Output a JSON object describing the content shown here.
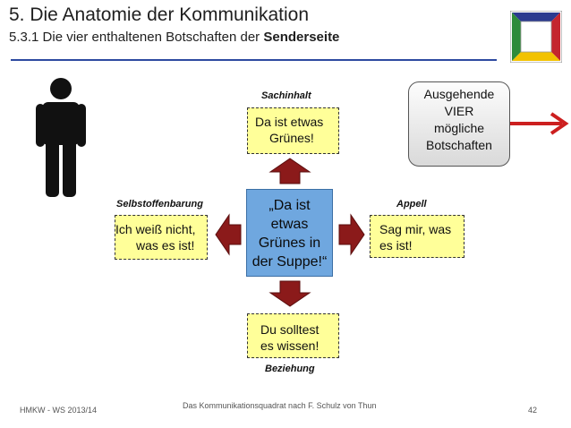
{
  "header": {
    "title": "5. Die Anatomie der Kommunikation",
    "subtitle_prefix": "5.3.1 Die vier enthaltenen Botschaften der ",
    "subtitle_bold": "Senderseite"
  },
  "diagram": {
    "center_lines": [
      "„Da ist",
      "etwas",
      "Grünes in",
      "der Suppe!“"
    ],
    "top": {
      "label": "Sachinhalt",
      "lines": [
        "Da ist etwas",
        "Grünes!"
      ]
    },
    "left": {
      "label": "Selbstoffenbarung",
      "lines": [
        "Ich weiß nicht,",
        "was es ist!"
      ]
    },
    "right": {
      "label": "Appell",
      "lines": [
        "Sag mir, was",
        "es ist!"
      ]
    },
    "bottom": {
      "label": "Beziehung",
      "lines": [
        "Du solltest",
        "es wissen!"
      ]
    },
    "outgoing_lines": [
      "Ausgehende",
      "VIER",
      "mögliche",
      "Botschaften"
    ]
  },
  "icons": {
    "person": "person-icon",
    "arrow": "arrow-right-icon",
    "logo": "square-logo-icon"
  },
  "colors": {
    "arrow_red": "#8b1a1a",
    "outgoing_arrow": "#cc1f1f",
    "note_yellow": "#ffff99",
    "center_blue": "#6fa7df",
    "rule_blue": "#2d4aa0"
  },
  "footer": {
    "left": "HMKW - WS 2013/14",
    "center": "Das Kommunikationsquadrat nach F. Schulz von Thun",
    "page": "42"
  }
}
